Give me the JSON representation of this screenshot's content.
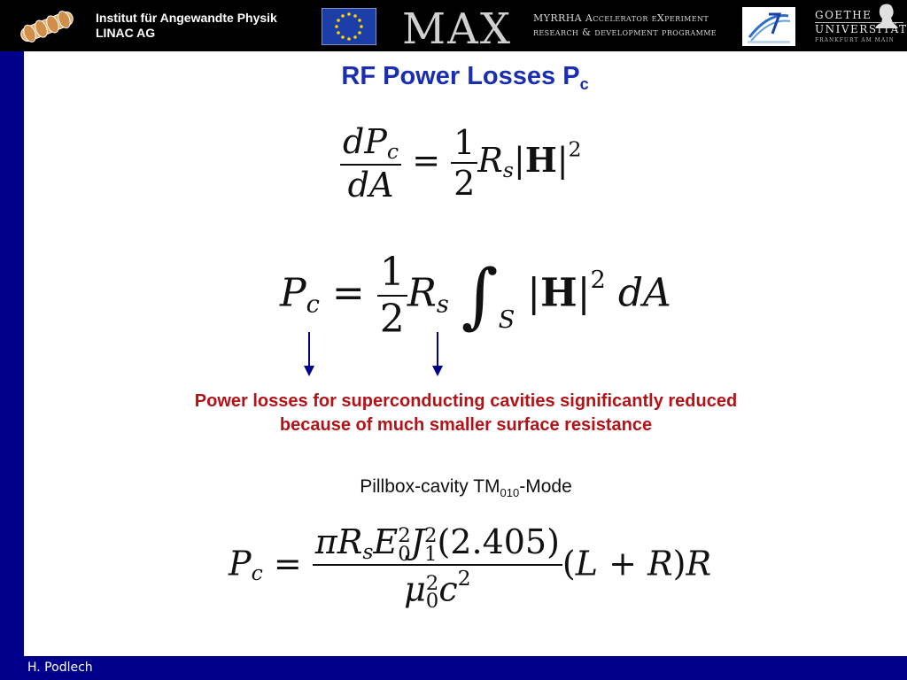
{
  "header": {
    "institute_line1": "Institut für Angewandte Physik",
    "institute_line2": "LINAC AG",
    "max_logo_text": "MAX",
    "myrrha_line1": "MYRRHA Accelerator eXperiment",
    "myrrha_line2": "research & development programme",
    "goethe_line1": "GOETHE",
    "goethe_line2": "UNIVERSITÄT",
    "goethe_line3": "FRANKFURT AM MAIN"
  },
  "slide": {
    "title": "RF Power Losses P",
    "title_subscript": "c",
    "note_line1": "Power losses for superconducting cavities significantly reduced",
    "note_line2": "because of much smaller surface resistance",
    "mode_prefix": "Pillbox-cavity TM",
    "mode_subscript": "010",
    "mode_suffix": "-Mode"
  },
  "footer": {
    "author": "H. Podlech"
  },
  "colors": {
    "header_bg": "#000000",
    "frame_blue": "#00008b",
    "title_blue": "#1a2fb0",
    "note_red": "#b31217"
  }
}
